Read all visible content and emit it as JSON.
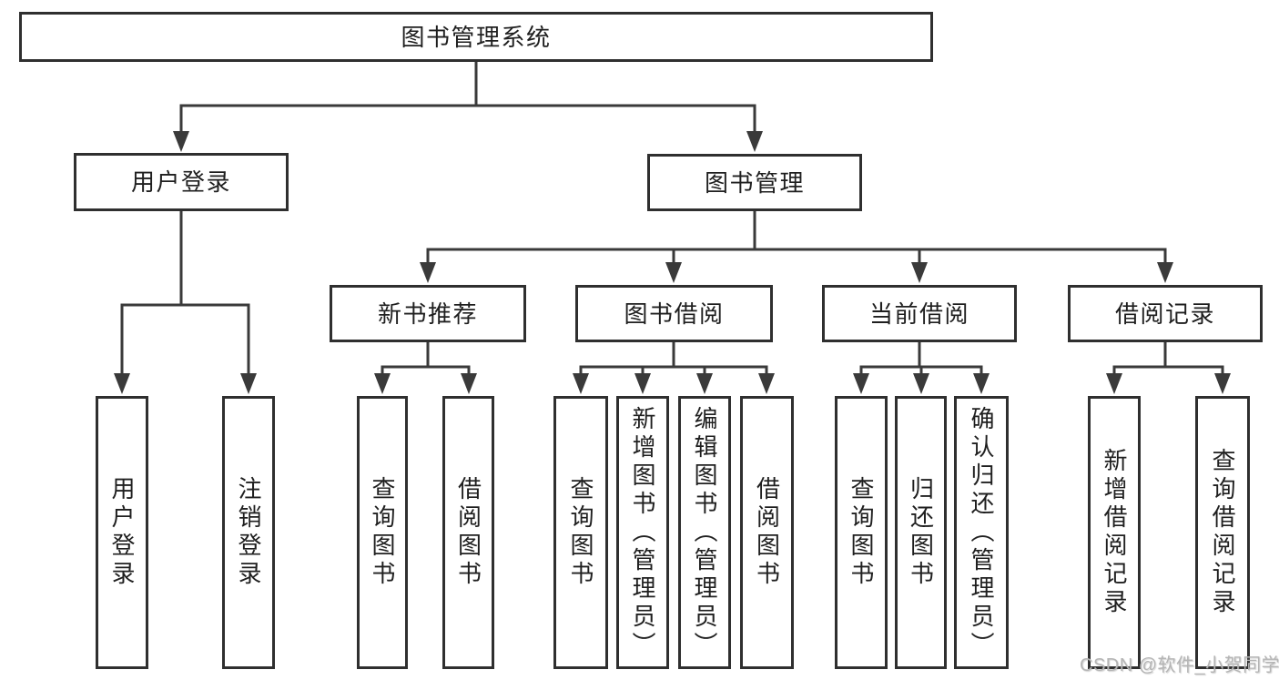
{
  "diagram": {
    "root": {
      "label": "图书管理系统"
    },
    "branches": [
      {
        "label": "用户登录",
        "children": [
          {
            "label": "用户登录"
          },
          {
            "label": "注销登录"
          }
        ]
      },
      {
        "label": "图书管理",
        "children": [
          {
            "label": "新书推荐",
            "children": [
              {
                "label": "查询图书"
              },
              {
                "label": "借阅图书"
              }
            ]
          },
          {
            "label": "图书借阅",
            "children": [
              {
                "label": "查询图书"
              },
              {
                "label": "新增图书（管理员）"
              },
              {
                "label": "编辑图书（管理员）"
              },
              {
                "label": "借阅图书"
              }
            ]
          },
          {
            "label": "当前借阅",
            "children": [
              {
                "label": "查询图书"
              },
              {
                "label": "归还图书"
              },
              {
                "label": "确认归还（管理员）"
              }
            ]
          },
          {
            "label": "借阅记录",
            "children": [
              {
                "label": "新增借阅记录"
              },
              {
                "label": "查询借阅记录"
              }
            ]
          }
        ]
      }
    ]
  },
  "watermark": {
    "text": "CSDN @软件_小贺同学"
  },
  "colors": {
    "line": "#3a3a3a",
    "box_border": "#2f2f2f",
    "box_fill": "#ffffff",
    "text": "#1f1f1f",
    "watermark": "#b5b5b5",
    "background": "#ffffff"
  }
}
